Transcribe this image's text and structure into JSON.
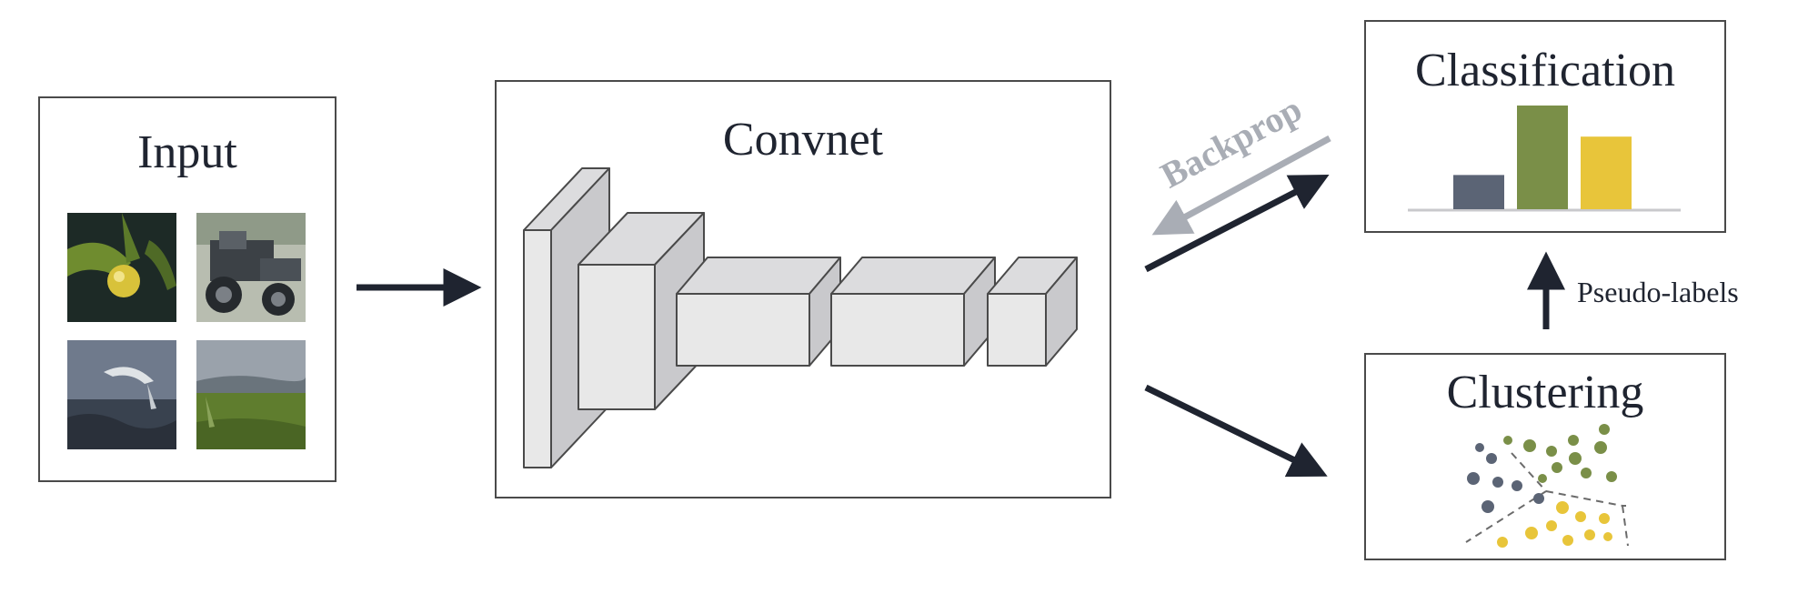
{
  "input": {
    "title": "Input"
  },
  "convnet": {
    "title": "Convnet"
  },
  "classification": {
    "title": "Classification"
  },
  "clustering": {
    "title": "Clustering"
  },
  "labels": {
    "backprop": "Backprop",
    "pseudo_labels": "Pseudo-labels"
  },
  "colors": {
    "slate": "#5b6475",
    "green": "#7a8f48",
    "yellow": "#e8c53a",
    "arrow_dark": "#1f2430",
    "arrow_gray": "#a9adb5",
    "block_face": "#e8e8e8",
    "block_side": "#c9c9cc"
  },
  "classification_bars": [
    {
      "color": "slate",
      "value": 0.33
    },
    {
      "color": "green",
      "value": 1.0
    },
    {
      "color": "yellow",
      "value": 0.7
    }
  ],
  "input_images": [
    {
      "icon": "flower-photo"
    },
    {
      "icon": "vintage-car-photo"
    },
    {
      "icon": "bird-photo"
    },
    {
      "icon": "grassland-photo"
    }
  ]
}
